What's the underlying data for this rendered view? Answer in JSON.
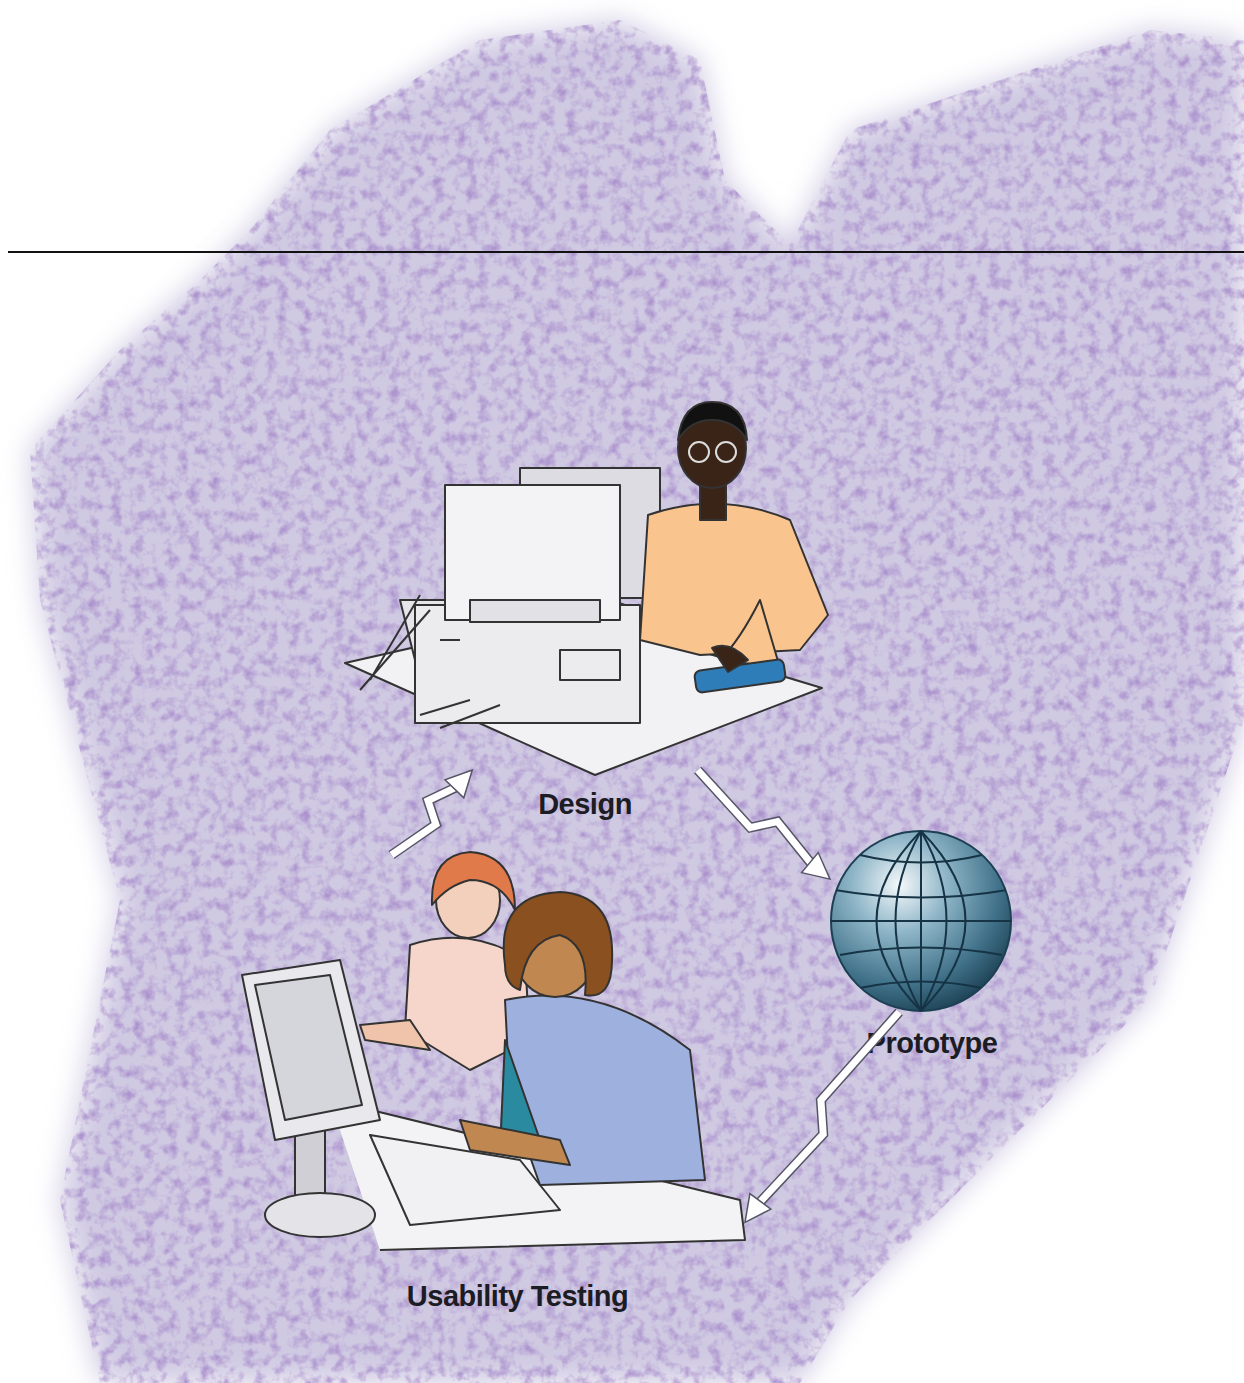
{
  "diagram": {
    "nodes": [
      {
        "text": [
          "Design"
        ]
      },
      {
        "text": [
          "Prototype"
        ]
      },
      {
        "text": [
          "Usability Testing"
        ]
      }
    ],
    "edges": [
      {
        "from": 0,
        "to": 1,
        "arrow": "to"
      },
      {
        "from": 1,
        "to": 2,
        "arrow": "to"
      },
      {
        "from": 2,
        "to": 0,
        "arrow": "to"
      }
    ]
  }
}
